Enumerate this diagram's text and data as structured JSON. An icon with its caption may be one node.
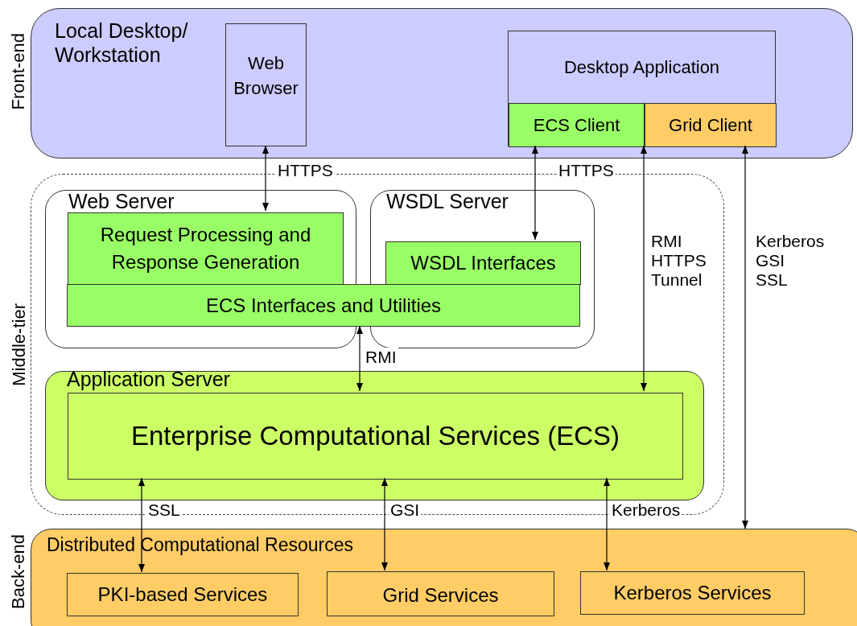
{
  "diagram": {
    "nodes": [
      {
        "text": [
          "Front-end",
          "Local Desktop/ Workstation"
        ]
      },
      {
        "text": [
          "Web Browser"
        ],
        "in": 0
      },
      {
        "text": [
          "Desktop Application"
        ],
        "in": 0
      },
      {
        "text": [
          "ECS Client"
        ],
        "in": 2
      },
      {
        "text": [
          "Grid Client"
        ],
        "in": 2
      },
      {
        "text": [
          "Middle-tier"
        ]
      },
      {
        "text": [
          "Web Server"
        ],
        "in": 5
      },
      {
        "text": [
          "WSDL Server"
        ],
        "in": 5
      },
      {
        "text": [
          "Request Processing and Response Generation"
        ],
        "in": 6
      },
      {
        "text": [
          "WSDL Interfaces"
        ],
        "in": 7
      },
      {
        "text": [
          "ECS Interfaces and Utilities"
        ],
        "in": 5
      },
      {
        "text": [
          "Application Server"
        ],
        "in": 5
      },
      {
        "text": [
          "Enterprise Computational Services (ECS)"
        ],
        "in": 11
      },
      {
        "text": [
          "Back-end",
          "Distributed Computational Resources"
        ]
      },
      {
        "text": [
          "PKI-based Services"
        ],
        "in": 13
      },
      {
        "text": [
          "Grid Services"
        ],
        "in": 13
      },
      {
        "text": [
          "Kerberos Services"
        ],
        "in": 13
      }
    ],
    "edges": [
      {
        "from": 1,
        "to": 8,
        "arrow": "both",
        "label": "HTTPS"
      },
      {
        "from": 3,
        "to": 9,
        "arrow": "both",
        "label": "HTTPS"
      },
      {
        "from": 2,
        "to": 12,
        "arrow": "both",
        "label": "RMI HTTPS Tunnel"
      },
      {
        "from": 4,
        "to": 13,
        "arrow": "both",
        "label": "Kerberos GSI SSL"
      },
      {
        "from": 10,
        "to": 12,
        "arrow": "both",
        "label": "RMI"
      },
      {
        "from": 12,
        "to": 14,
        "arrow": "both",
        "label": "SSL"
      },
      {
        "from": 12,
        "to": 15,
        "arrow": "both",
        "label": "GSI"
      },
      {
        "from": 12,
        "to": 16,
        "arrow": "both",
        "label": "Kerberos"
      }
    ]
  }
}
